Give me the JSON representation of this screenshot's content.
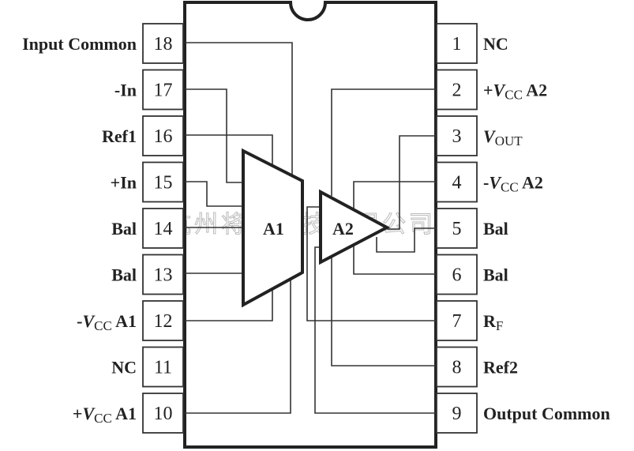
{
  "watermark": "杭州将睿科技有限公司",
  "amplifiers": [
    {
      "label": "A1"
    },
    {
      "label": "A2"
    }
  ],
  "left_pins": [
    {
      "number": "18",
      "label": {
        "pre": "Input Common"
      }
    },
    {
      "number": "17",
      "label": {
        "pre": "-In"
      }
    },
    {
      "number": "16",
      "label": {
        "pre": "Ref1"
      }
    },
    {
      "number": "15",
      "label": {
        "pre": "+In"
      }
    },
    {
      "number": "14",
      "label": {
        "pre": "Bal"
      }
    },
    {
      "number": "13",
      "label": {
        "pre": "Bal"
      }
    },
    {
      "number": "12",
      "label": {
        "pre": "-",
        "v": "V",
        "sub": "CC",
        "post": " A1"
      }
    },
    {
      "number": "11",
      "label": {
        "pre": "NC"
      }
    },
    {
      "number": "10",
      "label": {
        "pre": "+",
        "v": "V",
        "sub": "CC",
        "post": " A1"
      }
    }
  ],
  "right_pins": [
    {
      "number": "1",
      "label": {
        "pre": "NC"
      }
    },
    {
      "number": "2",
      "label": {
        "pre": "+",
        "v": "V",
        "sub": "CC",
        "post": " A2"
      }
    },
    {
      "number": "3",
      "label": {
        "v": "V",
        "sub": "OUT"
      }
    },
    {
      "number": "4",
      "label": {
        "pre": "-",
        "v": "V",
        "sub": "CC",
        "post": " A2"
      }
    },
    {
      "number": "5",
      "label": {
        "pre": "Bal"
      }
    },
    {
      "number": "6",
      "label": {
        "pre": "Bal"
      }
    },
    {
      "number": "7",
      "label": {
        "pre": "R",
        "sub": "F"
      }
    },
    {
      "number": "8",
      "label": {
        "pre": "Ref2"
      }
    },
    {
      "number": "9",
      "label": {
        "pre": "Output Common"
      }
    }
  ]
}
